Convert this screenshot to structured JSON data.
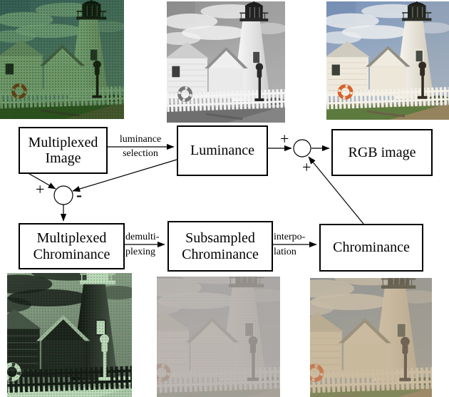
{
  "nodes": {
    "multiplexed_image": {
      "lines": [
        "Multiplexed",
        "Image"
      ]
    },
    "luminance": {
      "lines": [
        "Luminance"
      ]
    },
    "rgb_image": {
      "lines": [
        "RGB image"
      ]
    },
    "multiplexed_chrominance": {
      "lines": [
        "Multiplexed",
        "Chrominance"
      ]
    },
    "subsampled_chrominance": {
      "lines": [
        "Subsampled",
        "Chrominance"
      ]
    },
    "chrominance": {
      "lines": [
        "Chrominance"
      ]
    }
  },
  "edge_labels": {
    "luminance_selection": {
      "lines": [
        "luminance",
        "selection"
      ]
    },
    "demultiplexing": {
      "lines": [
        "demulti-",
        "plexing"
      ]
    },
    "interpolation": {
      "lines": [
        "interpo-",
        "lation"
      ]
    }
  },
  "signs": {
    "sum1_plus": "+",
    "sum1_minus": "-",
    "sum2_in_plus": "+",
    "sum2_chroma_plus": "+"
  },
  "figures": {
    "top_left": {
      "alt": "lighthouse photo, green mosaicked (multiplexed image)"
    },
    "top_middle": {
      "alt": "lighthouse photo, grayscale (luminance)"
    },
    "top_right": {
      "alt": "lighthouse photo, full color (RGB image)"
    },
    "bottom_left": {
      "alt": "lighthouse photo, inverted green (multiplexed chrominance)"
    },
    "bottom_middle": {
      "alt": "lighthouse photo, very pale low-saturation (subsampled chrominance)"
    },
    "bottom_right": {
      "alt": "lighthouse photo, washed orange and blue (chrominance)"
    }
  },
  "colors": {
    "line": "#000000",
    "box_bg": "#ffffff",
    "mosaic_green": "#2e8c2d",
    "life_ring_orange": "#d2622e"
  }
}
